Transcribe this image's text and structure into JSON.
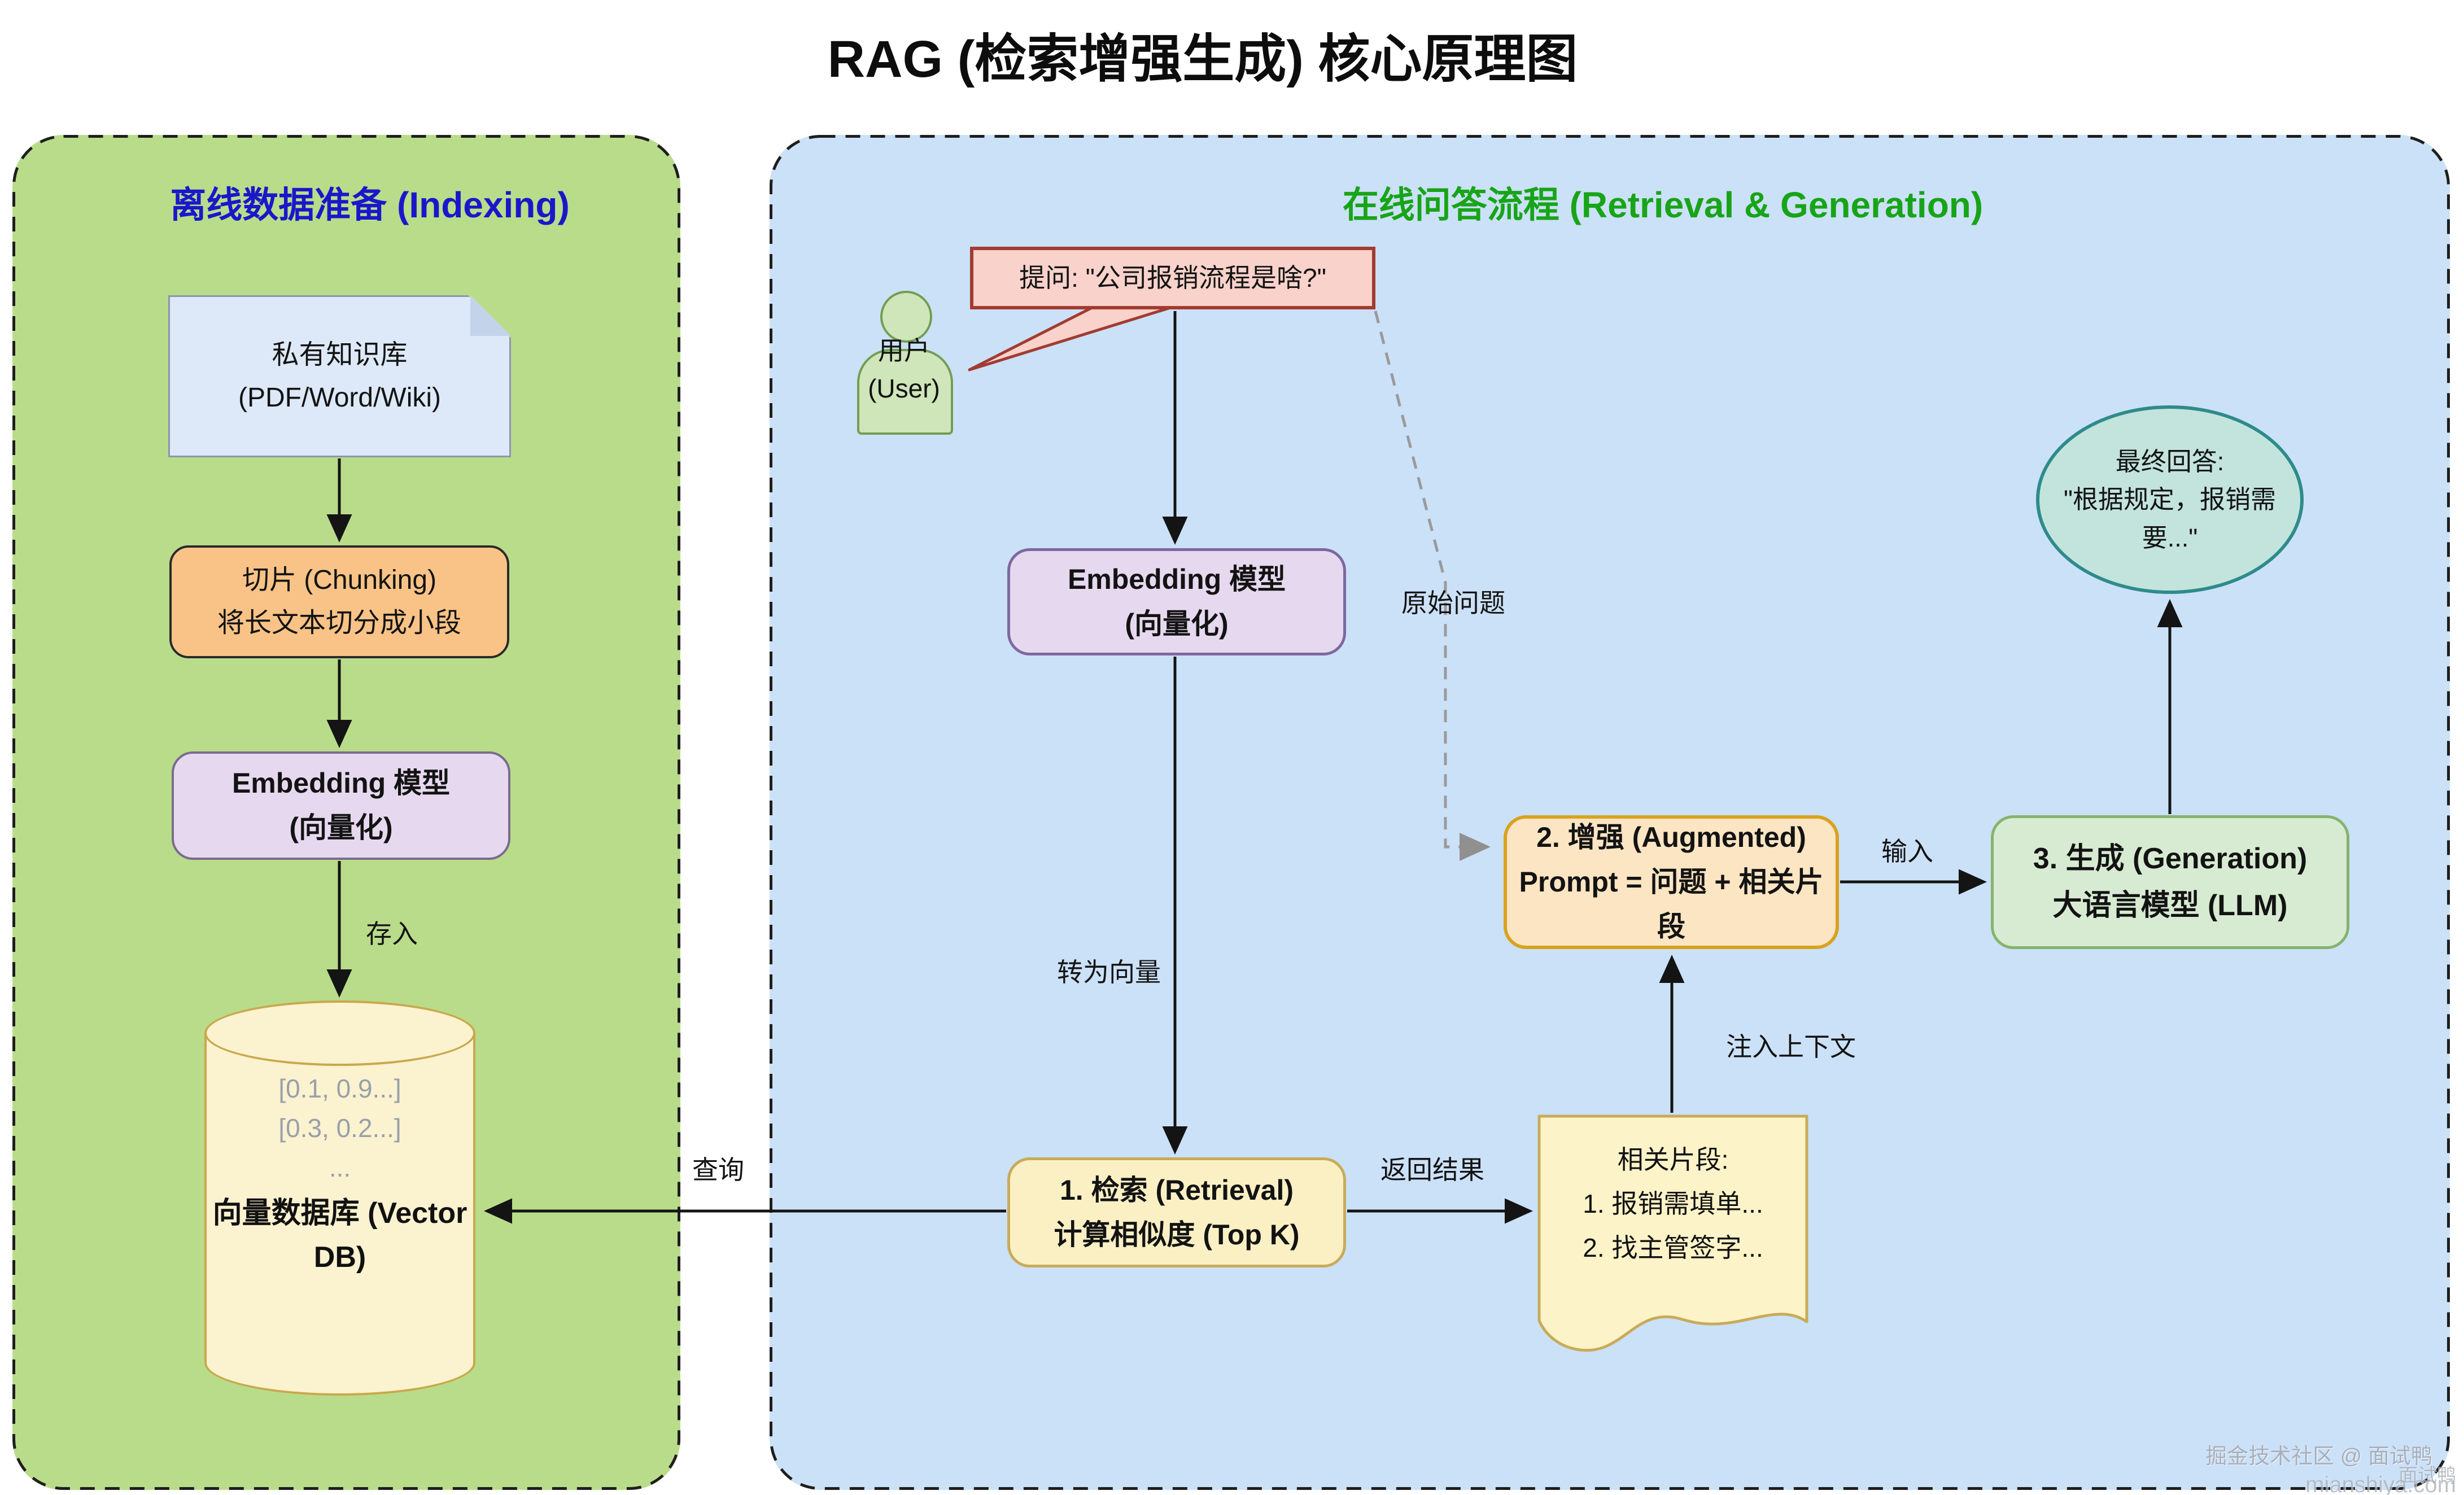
{
  "title": "RAG (检索增强生成) 核心原理图",
  "panels": {
    "left": {
      "header": "离线数据准备 (Indexing)"
    },
    "right": {
      "header": "在线问答流程 (Retrieval & Generation)"
    }
  },
  "nodes": {
    "knowledge_base": {
      "line1": "私有知识库",
      "line2": "(PDF/Word/Wiki)"
    },
    "chunking": {
      "line1": "切片 (Chunking)",
      "line2": "将长文本切分成小段"
    },
    "embedding_left": {
      "line1": "Embedding 模型",
      "line2": "(向量化)"
    },
    "vector_db": {
      "vectors": [
        "[0.1, 0.9...]",
        "[0.3, 0.2...]",
        "..."
      ],
      "line1": "向量数据库",
      "line2": "(Vector DB)"
    },
    "user": {
      "line1": "用户",
      "line2": "(User)"
    },
    "question": {
      "text": "提问: \"公司报销流程是啥?\""
    },
    "embedding_right": {
      "line1": "Embedding 模型",
      "line2": "(向量化)"
    },
    "retrieval": {
      "line1": "1. 检索 (Retrieval)",
      "line2": "计算相似度 (Top K)"
    },
    "snippets": {
      "line1": "相关片段:",
      "line2": "1. 报销需填单...",
      "line3": "2. 找主管签字..."
    },
    "augmented": {
      "line1": "2. 增强 (Augmented)",
      "line2": "Prompt = 问题 + 相关片段"
    },
    "generation": {
      "line1": "3. 生成 (Generation)",
      "line2": "大语言模型 (LLM)"
    },
    "answer": {
      "line1": "最终回答:",
      "line2": "\"根据规定，报销需",
      "line3": "要...\""
    }
  },
  "edge_labels": {
    "store": "存入",
    "query": "查询",
    "to_vector": "转为向量",
    "return_results": "返回结果",
    "original_question": "原始问题",
    "inject_context": "注入上下文",
    "input": "输入"
  },
  "watermark": {
    "line1": "掘金技术社区 @ 面试鸭",
    "line2": "面试鸭",
    "line3": "mianshiya.com"
  },
  "colors": {
    "green_panel": "#b9dc8a",
    "blue_panel": "#cbe1f8",
    "header_left": "#1a17cb",
    "header_right": "#18a418",
    "doc_fill": "#dde9f8",
    "doc_border": "#8a96aa",
    "doc_fold": "#c3d3ea",
    "chunk_fill": "#f9c387",
    "chunk_border": "#2a2a2a",
    "embed_fill": "#e6d9ef",
    "embed_border": "#7e68a0",
    "cyl_fill": "#fbf2cf",
    "cyl_border": "#c9a84c",
    "vector_text": "#98a0aa",
    "bubble_fill": "#f8d2cb",
    "bubble_border": "#a23b31",
    "user_fill": "#cfe5ba",
    "user_border": "#729e52",
    "retrieval_fill": "#faf0c4",
    "retrieval_border": "#c8ab5a",
    "snippet_fill": "#fdf3c8",
    "snippet_border": "#c8ab5a",
    "aug_fill": "#fce5c3",
    "aug_border": "#d9a21f",
    "gen_fill": "#d7ebd2",
    "gen_border": "#85b36d",
    "ans_fill": "#c2e4dc",
    "ans_border": "#2e8b8b",
    "arrow": "#141414",
    "dashed": "#9a9a9a",
    "label": "#131313",
    "watermark": "#a9afba"
  }
}
